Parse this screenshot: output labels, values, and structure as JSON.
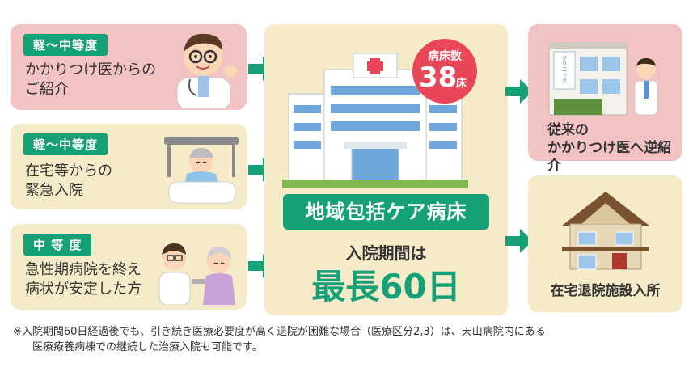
{
  "left_boxes": [
    {
      "tag": "軽～中等度",
      "line1": "かかりつけ医からの",
      "line2": "ご紹介"
    },
    {
      "tag": "軽～中等度",
      "line1": "在宅等からの",
      "line2": "緊急入院"
    },
    {
      "tag": "中 等 度",
      "line1": "急性期病院を終え",
      "line2": "病状が安定した方"
    }
  ],
  "center": {
    "badge_title": "病床数",
    "badge_number": "38",
    "badge_unit": "床",
    "ward_name": "地域包括ケア病床",
    "stay_label": "入院期間は",
    "stay_value": "最長60日"
  },
  "right_boxes": [
    {
      "line1": "従来の",
      "line2": "かかりつけ医へ逆紹介",
      "sign": "クリニック"
    },
    {
      "line1": "在宅退院施設入所"
    }
  ],
  "note": {
    "line1": "※入院期間60日経過後でも、引き続き医療必要度が高く退院が困難な場合（医療区分2,3）は、天山病院内にある",
    "line2": "医療療養病棟での継続した治療入院も可能です。"
  },
  "colors": {
    "green": "#15a078",
    "pink": "#f3c3c4",
    "beige": "#f6ebc8",
    "red": "#e8475a"
  }
}
